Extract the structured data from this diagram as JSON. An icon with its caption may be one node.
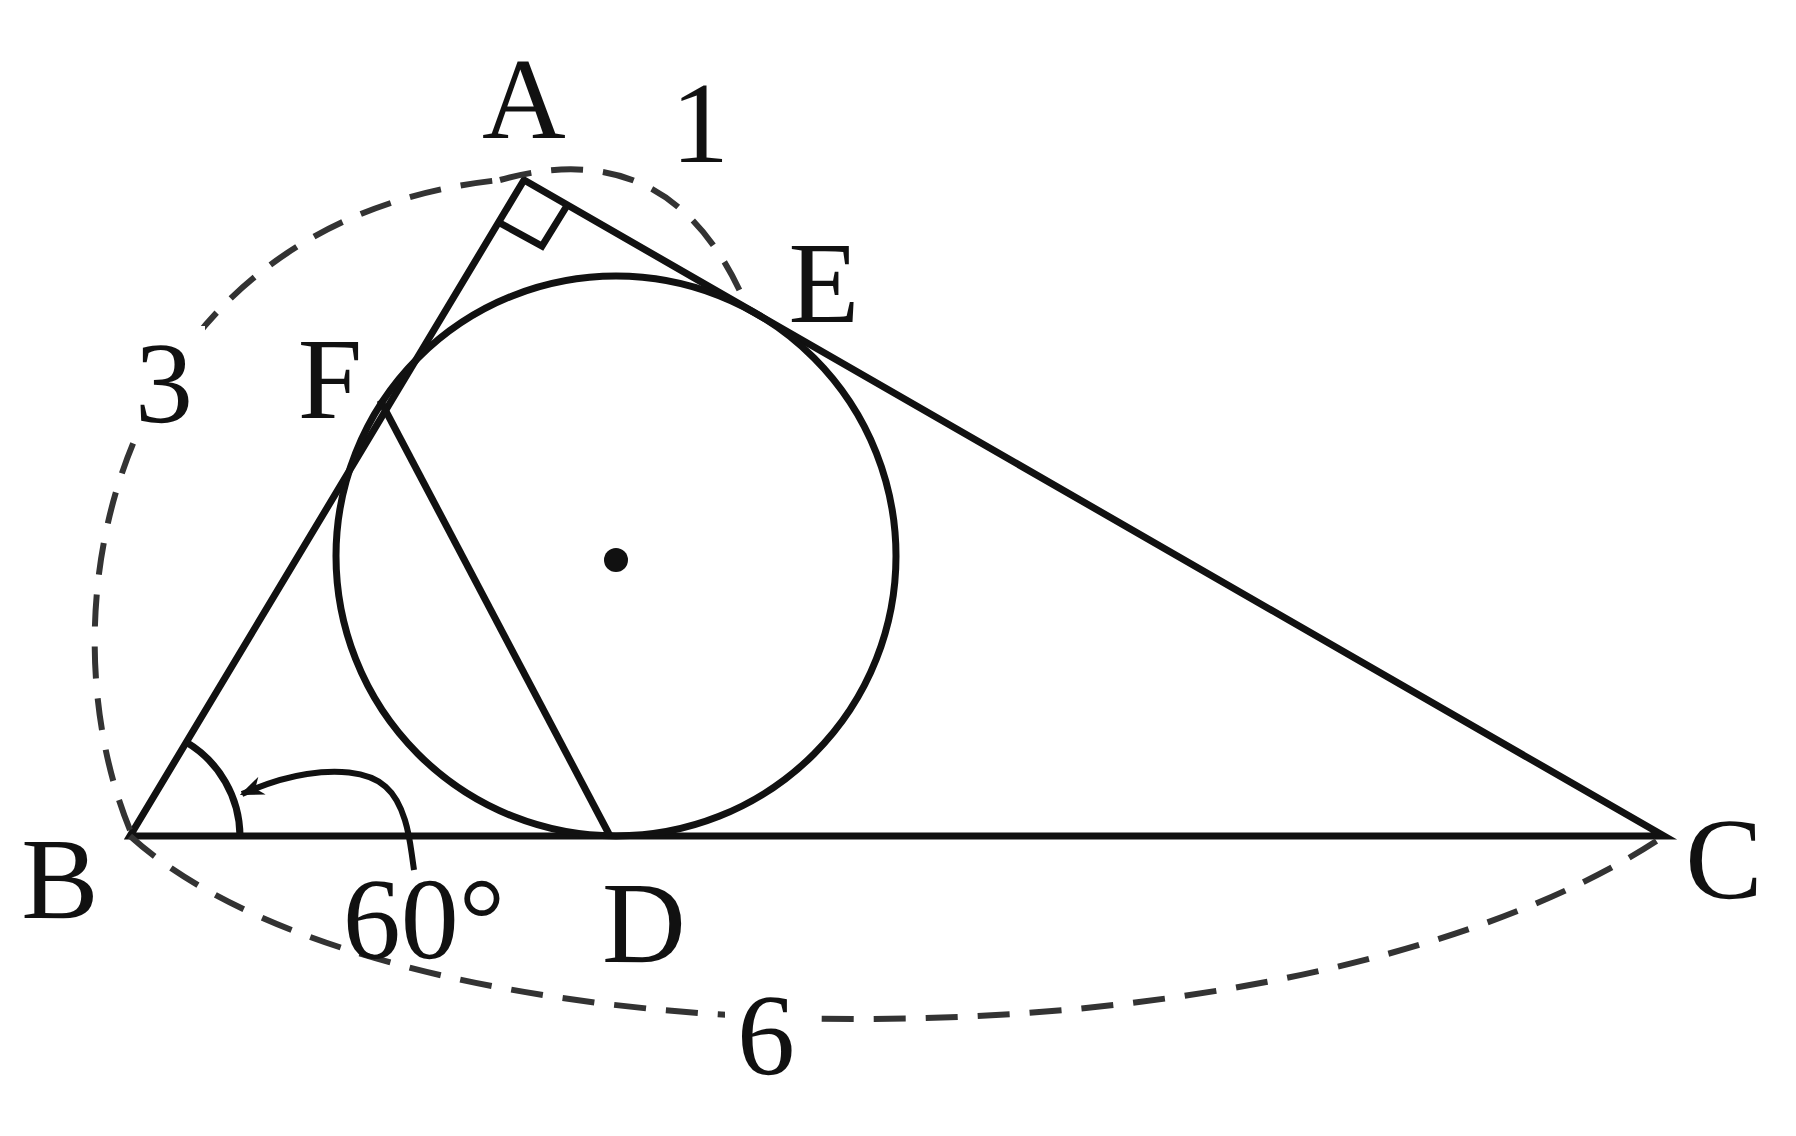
{
  "diagram": {
    "nodes": [
      {
        "text": [
          "60°"
        ]
      },
      {
        "text": [],
        "shape": "arc"
      }
    ],
    "edges": [
      {
        "from": 0,
        "to": 1,
        "arrow": "to"
      }
    ],
    "labels": [
      "A",
      "1",
      "E",
      "3",
      "F",
      "B",
      "D",
      "C",
      "6"
    ]
  }
}
